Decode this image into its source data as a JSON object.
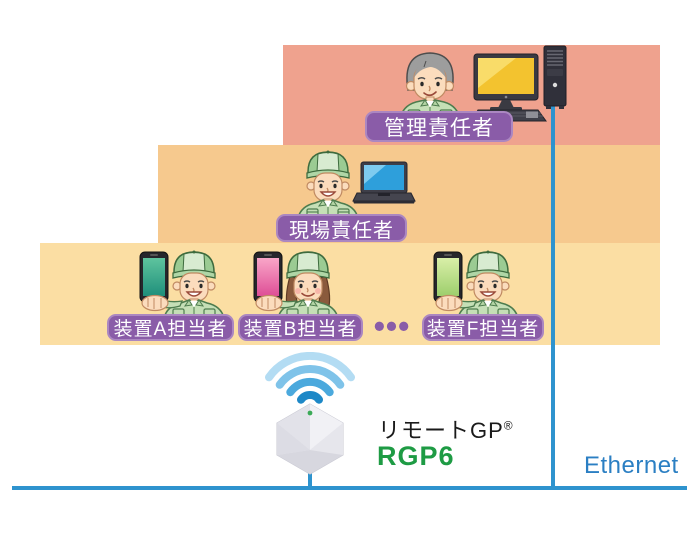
{
  "tiers": [
    {
      "id": "management",
      "label": "管理責任者"
    },
    {
      "id": "site",
      "label": "現場責任者"
    },
    {
      "id": "operators",
      "labels": [
        {
          "label": "装置A担当者"
        },
        {
          "label": "装置B担当者"
        },
        {
          "label": "装置F担当者"
        }
      ],
      "ellipsis": "•••"
    }
  ],
  "device": {
    "product_name": "リモートGP",
    "registered_mark": "®",
    "model": "RGP6"
  },
  "network": {
    "label": "Ethernet"
  },
  "icons": {
    "wifi": "wifi-icon",
    "access_point": "hexagon-access-point-icon",
    "desktop": "desktop-computer-icon",
    "laptop": "laptop-icon",
    "smartphone": "smartphone-icon"
  },
  "colors": {
    "tier_top_bg": "#EFA28E",
    "tier_mid_bg": "#F6C98E",
    "tier_bottom_bg": "#FBDEA3",
    "label_pill_bg": "#8A5CA8",
    "label_pill_text": "#FFFFFF",
    "network_line": "#2E93CE",
    "ethernet_text": "#2B7FC3",
    "model_text_green": "#1E9B44",
    "wifi_blues": [
      "#B3DCF3",
      "#7FC3E9",
      "#4BA9DD",
      "#1D88C7"
    ]
  }
}
